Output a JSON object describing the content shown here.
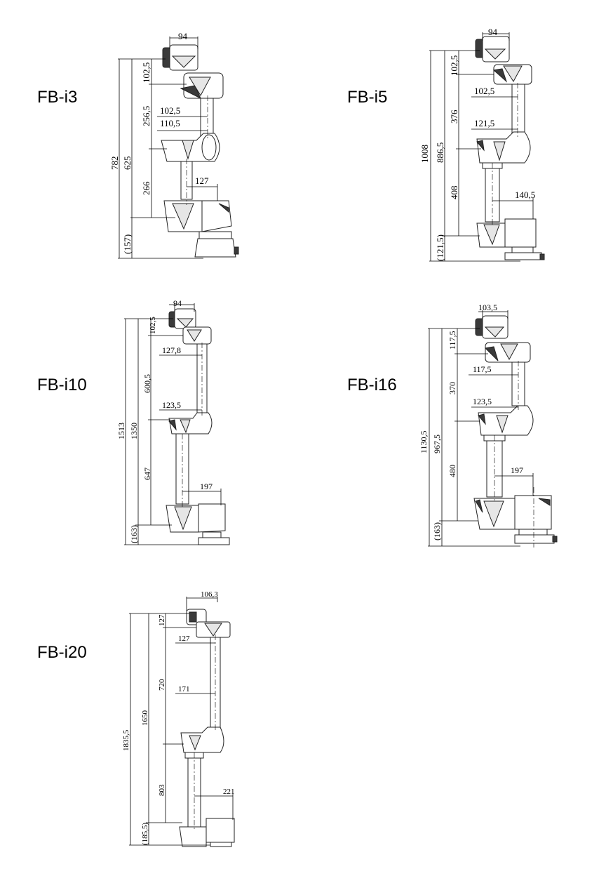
{
  "models": [
    {
      "name": "FB-i3",
      "dimensions": {
        "top_width": "94",
        "top_height": "102,5",
        "upper_arm": "256,5",
        "upper_offset": "102,5",
        "mid_offset": "110,5",
        "lower_arm": "266",
        "base_offset": "127",
        "inner_total": "625",
        "overall": "782",
        "base_height": "(157)"
      }
    },
    {
      "name": "FB-i5",
      "dimensions": {
        "top_width": "94",
        "top_height": "102,5",
        "upper_offset": "102,5",
        "upper_arm": "376",
        "mid_offset": "121,5",
        "inner_total": "886,5",
        "overall": "1008",
        "lower_arm": "408",
        "base_offset": "140,5",
        "base_height": "(121,5)"
      }
    },
    {
      "name": "FB-i10",
      "dimensions": {
        "top_width": "94",
        "top_height": "102,5",
        "upper_offset": "127,8",
        "upper_arm": "600,5",
        "mid_offset": "123,5",
        "overall": "1513",
        "inner_total": "1350",
        "lower_arm": "647",
        "base_offset": "197",
        "base_height": "(163)"
      }
    },
    {
      "name": "FB-i16",
      "dimensions": {
        "top_width": "103,5",
        "top_height": "117,5",
        "upper_offset": "117,5",
        "upper_arm": "370",
        "mid_offset": "123,5",
        "overall": "1130,5",
        "inner_total": "967,5",
        "lower_arm": "480",
        "base_offset": "197",
        "base_height": "(163)"
      }
    },
    {
      "name": "FB-i20",
      "dimensions": {
        "top_width": "106,3",
        "top_height": "127",
        "upper_offset": "127",
        "upper_arm": "720",
        "mid_offset": "171",
        "overall": "1835,5",
        "inner_total": "1650",
        "lower_arm": "803",
        "base_offset": "221",
        "base_height": "(185,5)"
      }
    }
  ]
}
